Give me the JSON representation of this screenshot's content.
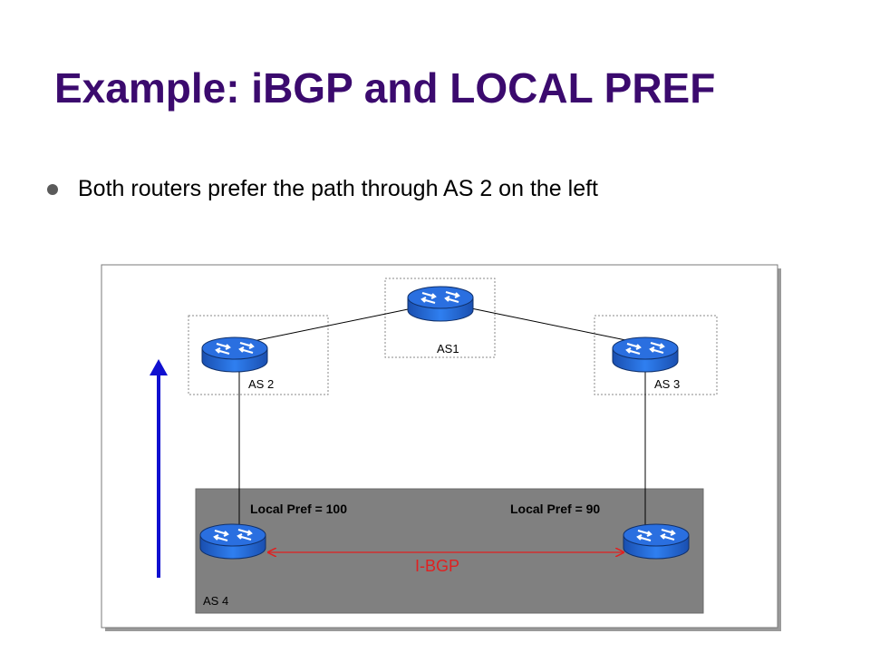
{
  "slide": {
    "title": "Example: iBGP and LOCAL PREF",
    "bullet": "Both routers prefer the path through AS 2 on the left"
  },
  "diagram": {
    "as_labels": {
      "as1": "AS1",
      "as2": "AS 2",
      "as3": "AS 3",
      "as4": "AS 4"
    },
    "local_pref_left": "Local Pref = 100",
    "local_pref_right": "Local Pref = 90",
    "ibgp_label": "I-BGP",
    "colors": {
      "title": "#3b0a6e",
      "router": "#2a6fe0",
      "as4_fill": "#808080",
      "ibgp": "#e02020",
      "arrow": "#1010d0"
    },
    "icons": [
      "router-icon",
      "up-arrow-icon",
      "double-arrow-icon"
    ]
  }
}
